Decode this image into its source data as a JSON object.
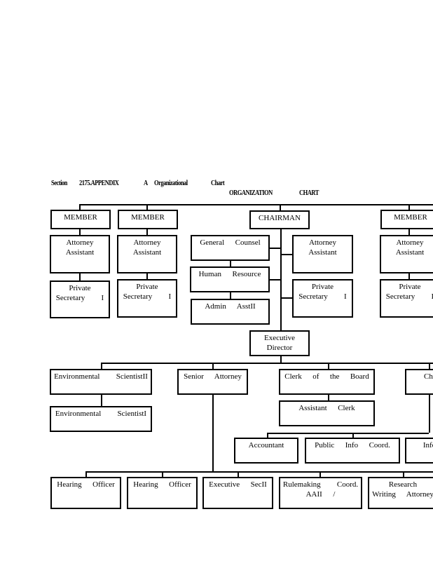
{
  "header": {
    "section": "Section",
    "number": "2175.APPENDIX",
    "letter": "A",
    "word": "Organizational",
    "chart": "Chart",
    "title_left": "ORGANIZATION",
    "title_right": "CHART"
  },
  "boxes": {
    "member1": "MEMBER",
    "member2": "MEMBER",
    "chairman": "CHAIRMAN",
    "member3": "MEMBER",
    "aa1": "Attorney\nAssistant",
    "aa2": "Attorney\nAssistant",
    "general_counsel": "General  Counsel",
    "aa_chair": "Attorney\nAssistant",
    "aa3": "Attorney\nAssistant",
    "ps1": "Private\nSecretary   I",
    "ps2": "Private\nSecretary   I",
    "human_resource": "Human  Resource",
    "ps_chair": "Private\nSecretary   I",
    "ps3": "Private\nSecretary   I",
    "admin": "Admin  AsstII",
    "exec_director": "Executive\nDirector",
    "env2": "Environmental   ScientistII",
    "senior_attorney": "Senior  Attorney",
    "clerk": "Clerk  of  the  Board",
    "chief": "Chi",
    "env1": "Environmental   ScientistI",
    "asst_clerk": "Assistant  Clerk",
    "accountant": "Accountant",
    "public_info": "Public  Info  Coord.",
    "info": "Info",
    "ho1": "Hearing  Officer",
    "ho2": "Hearing  Officer",
    "exec_sec": "Executive  SecII",
    "rulemaking": "Rulemaking   Coord.\nAAII  /",
    "research": "Research\nWriting  Attorney"
  }
}
